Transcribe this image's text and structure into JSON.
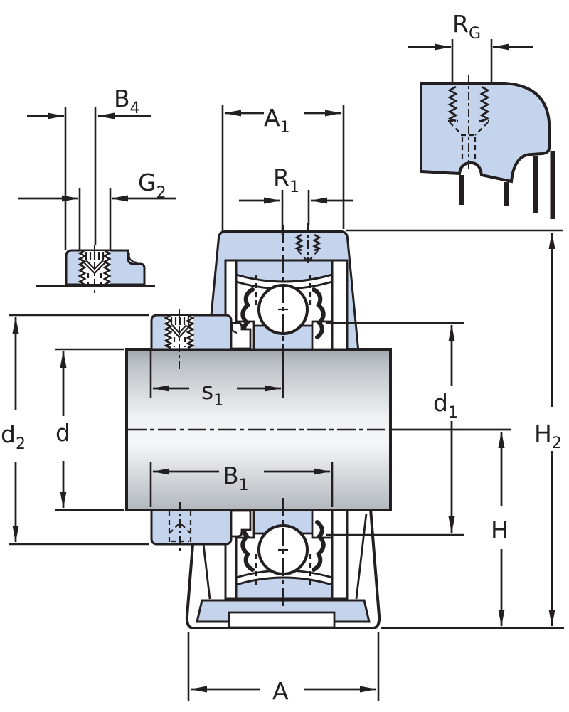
{
  "drawing": {
    "type": "bearing-unit-cross-section-dimension-drawing",
    "colors": {
      "line": "#231f20",
      "housing_fill": "#c3d4ec",
      "shaft_light": "#f5f6f7",
      "shaft_dark": "#a9afb5",
      "background": "#ffffff"
    }
  },
  "dims": {
    "b4": {
      "main": "B",
      "sub": "4"
    },
    "g2": {
      "main": "G",
      "sub": "2"
    },
    "a1": {
      "main": "A",
      "sub": "1"
    },
    "r1": {
      "main": "R",
      "sub": "1"
    },
    "rg": {
      "main": "R",
      "sub": "G"
    },
    "s1": {
      "main": "s",
      "sub": "1"
    },
    "d2": {
      "main": "d",
      "sub": "2"
    },
    "d": {
      "main": "d",
      "sub": ""
    },
    "b1": {
      "main": "B",
      "sub": "1"
    },
    "d1": {
      "main": "d",
      "sub": "1"
    },
    "h2": {
      "main": "H",
      "sub": "2"
    },
    "h": {
      "main": "H",
      "sub": ""
    },
    "a": {
      "main": "A",
      "sub": ""
    }
  }
}
